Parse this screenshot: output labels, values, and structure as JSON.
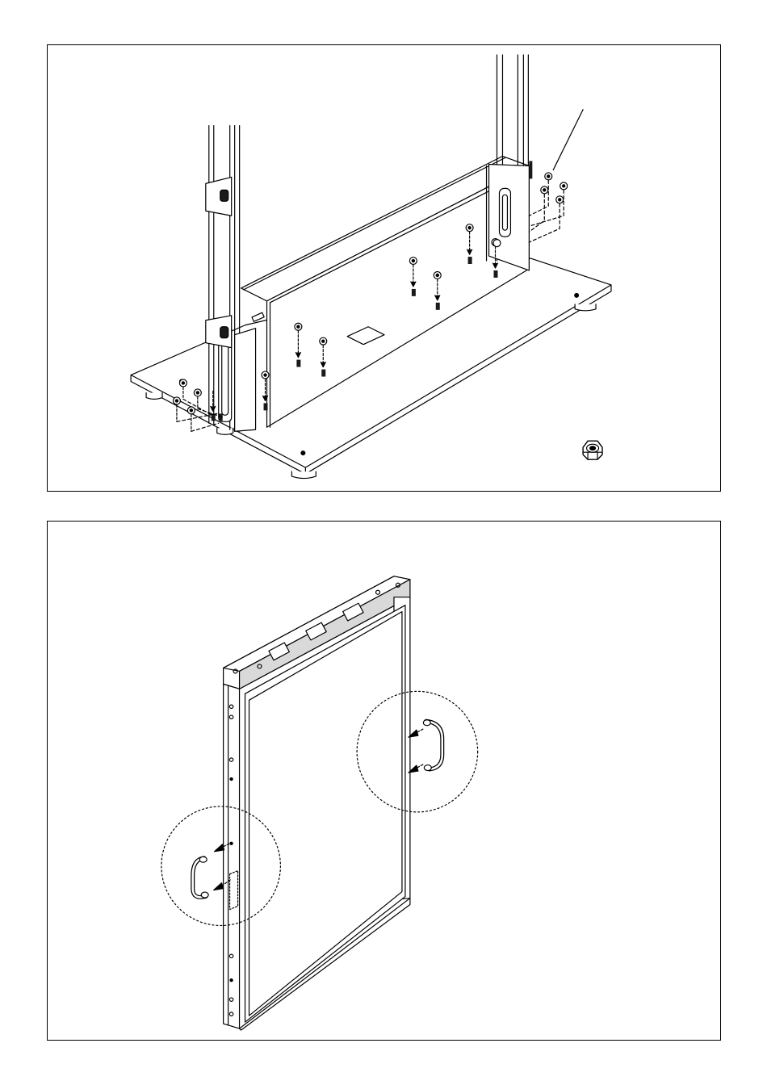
{
  "figures": [
    {
      "id": "base-assembly",
      "description_parts": [
        "base-plate",
        "rear-uprights",
        "cross-box",
        "lock-nuts",
        "bolts",
        "leveling-feet",
        "callout-leader",
        "nut-detail"
      ]
    },
    {
      "id": "frame-handles",
      "description_parts": [
        "rack-frame",
        "top-panel",
        "handle-right",
        "handle-left",
        "detail-circle-right",
        "detail-circle-left"
      ]
    }
  ],
  "colors": {
    "line": "#000000",
    "background": "#ffffff",
    "panel_fill": "#f2f2f2",
    "dark_fill": "#1a1a1a"
  },
  "icons": {
    "nut": "lock-nut-icon",
    "handle": "handle-icon",
    "arrow": "arrow-icon"
  }
}
